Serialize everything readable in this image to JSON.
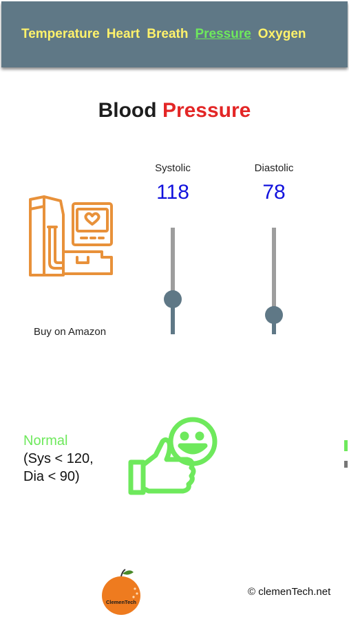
{
  "nav": {
    "tabs": [
      {
        "label": "Temperature",
        "active": false
      },
      {
        "label": "Heart",
        "active": false
      },
      {
        "label": "Breath",
        "active": false
      },
      {
        "label": "Pressure",
        "active": true
      },
      {
        "label": "Oxygen",
        "active": false
      }
    ]
  },
  "page": {
    "title_part1": "Blood",
    "title_part2": "Pressure"
  },
  "device": {
    "icon": "blood-pressure-monitor-icon",
    "buy_label": "Buy on Amazon"
  },
  "systolic": {
    "label": "Systolic",
    "value": "118",
    "slider_fraction": 0.33
  },
  "diastolic": {
    "label": "Diastolic",
    "value": "78",
    "slider_fraction": 0.18
  },
  "status": {
    "name": "Normal",
    "line1": "(Sys < 120,",
    "line2": "Dia < 90)",
    "icon": "thumbs-up-smiley-icon"
  },
  "footer": {
    "logo_text": "ClemenTech",
    "copyright": "© clemenTech.net"
  },
  "colors": {
    "nav_bg": "#5f7886",
    "nav_text": "#fff26b",
    "nav_active": "#6ee95c",
    "accent_red": "#e32626",
    "value_blue": "#1212dd",
    "icon_orange": "#e8913a",
    "status_green": "#6ee95c"
  }
}
